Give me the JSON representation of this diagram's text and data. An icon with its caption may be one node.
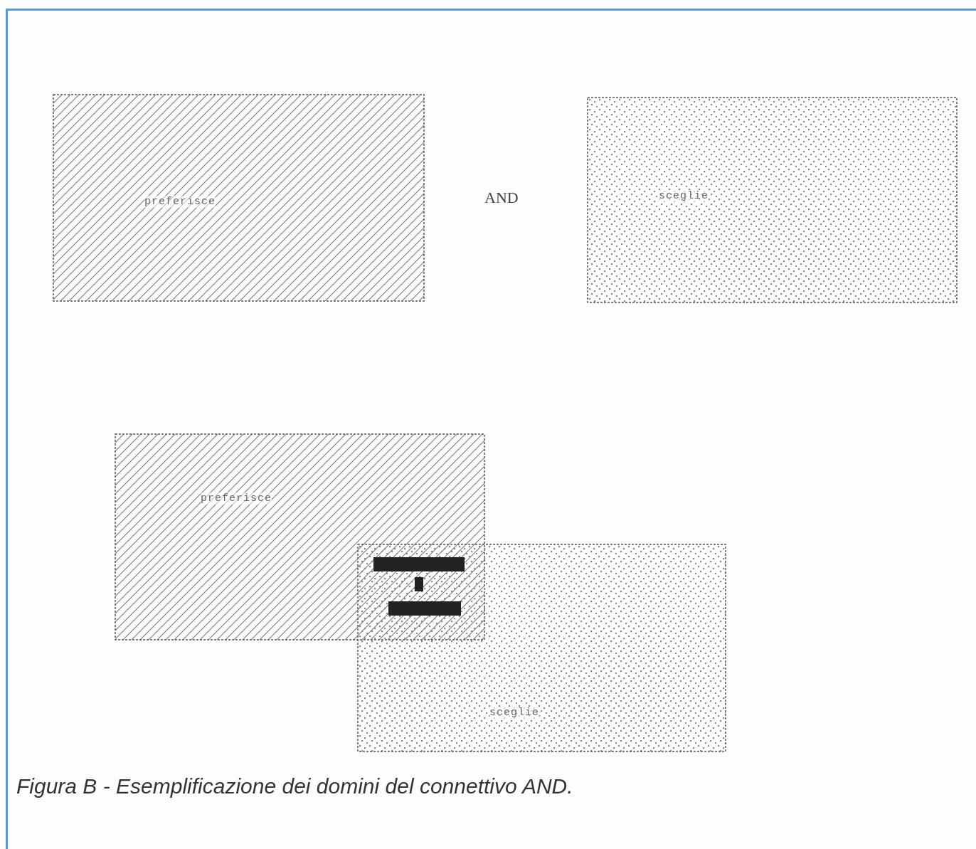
{
  "diagram": {
    "caption": "Figura B - Esemplificazione dei domini del connettivo AND.",
    "nodes": [
      {
        "text": [
          "preferisce"
        ]
      },
      {
        "text": [
          "sceglie"
        ]
      },
      {
        "text": [
          "preferisce"
        ]
      },
      {
        "text": [
          "sceglie"
        ]
      }
    ],
    "edges": [],
    "labels": [
      "AND"
    ]
  }
}
